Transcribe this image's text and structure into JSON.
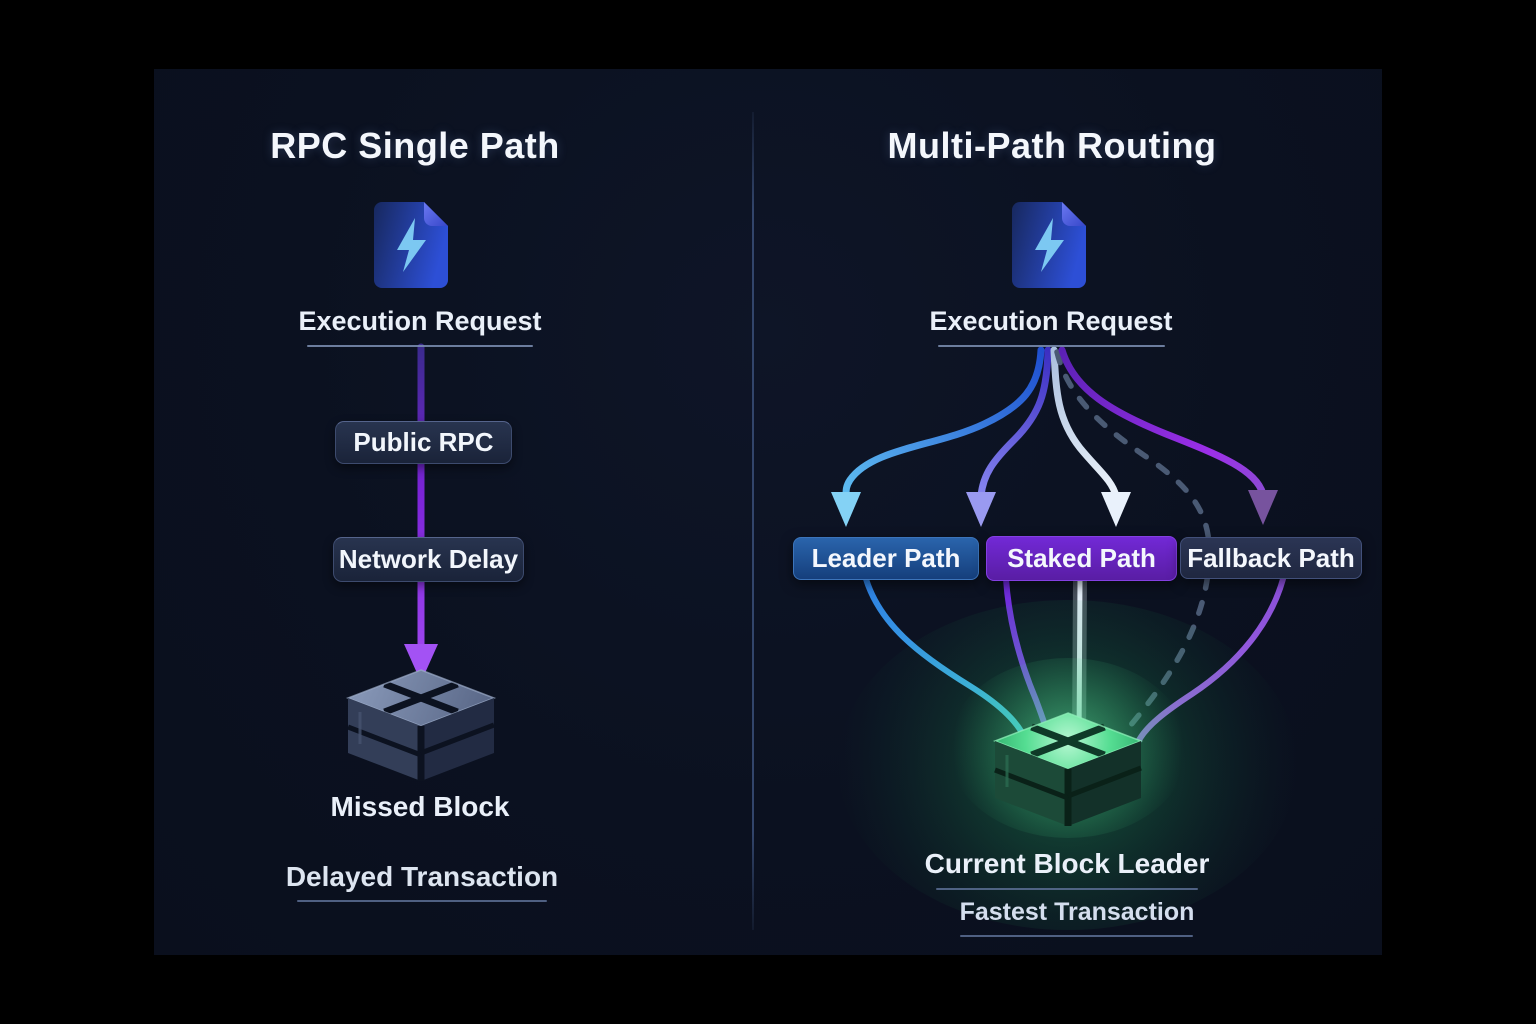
{
  "left_panel": {
    "title": "RPC Single Path",
    "source": {
      "icon": "document-lightning-icon",
      "label": "Execution Request"
    },
    "steps": [
      {
        "label": "Public RPC"
      },
      {
        "label": "Network Delay"
      }
    ],
    "arrow": "single-path-arrow",
    "block_icon": "missed-block-cube-icon",
    "block_label": "Missed Block",
    "outcome": "Delayed Transaction"
  },
  "right_panel": {
    "title": "Multi-Path Routing",
    "source": {
      "icon": "document-lightning-icon",
      "label": "Execution Request"
    },
    "routes": [
      {
        "label": "Leader Path"
      },
      {
        "label": "Staked Path"
      },
      {
        "label": "Fallback Path"
      }
    ],
    "block_icon": "leader-block-cube-icon",
    "block_label": "Current Block Leader",
    "outcome": "Fastest Transaction"
  },
  "colors": {
    "canvas_bg": "#000000",
    "panel_bg": "#0b1120",
    "divider": "#32456b",
    "underline": "#7e90b4",
    "node_box_bg": "#1f2940",
    "leader_box_blue": "#1c4a8f",
    "staked_box_purple": "#6323c0",
    "fallback_box_slate": "#273150",
    "single_path_arrow_purple": "#9333ea",
    "leader_arrow_blue": "#5ab8f0",
    "staked_arrow_indigo": "#8c8cf2",
    "direct_arrow_ice": "#e9f1fb",
    "fallback_arrow_violet": "#a855f7",
    "dashed_path_gray": "#4a5a74",
    "missed_block_slate": "#3a4560",
    "leader_block_glow_green": "#22c55e"
  }
}
